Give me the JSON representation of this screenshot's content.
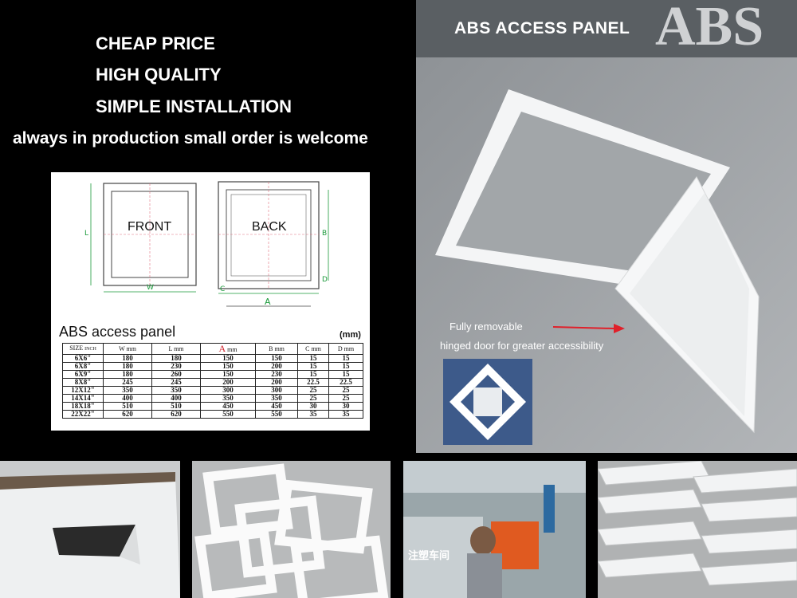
{
  "headlines": {
    "line1": "CHEAP PRICE",
    "line2": "HIGH QUALITY",
    "line3": "SIMPLE INSTALLATION",
    "tagline": "always in production  small order is welcome"
  },
  "drawing": {
    "front_label": "FRONT",
    "back_label": "BACK",
    "dim_W": "W",
    "dim_L": "L",
    "dim_B": "B",
    "dim_C": "C",
    "dim_D": "D",
    "dim_A": "A"
  },
  "spec_table": {
    "title": "ABS access panel",
    "unit": "(mm)",
    "header": {
      "size": "SIZE",
      "inch": "INCH",
      "w": "W",
      "l": "L",
      "a": "A",
      "b": "B",
      "c": "C",
      "d": "D",
      "mm": "mm"
    },
    "rows": [
      [
        "6X6\"",
        "180",
        "180",
        "150",
        "150",
        "15",
        "15"
      ],
      [
        "6X8\"",
        "180",
        "230",
        "150",
        "200",
        "15",
        "15"
      ],
      [
        "6X9\"",
        "180",
        "260",
        "150",
        "230",
        "15",
        "15"
      ],
      [
        "8X8\"",
        "245",
        "245",
        "200",
        "200",
        "22.5",
        "22.5"
      ],
      [
        "12X12\"",
        "350",
        "350",
        "300",
        "300",
        "25",
        "25"
      ],
      [
        "14X14\"",
        "400",
        "400",
        "350",
        "350",
        "25",
        "25"
      ],
      [
        "18X18\"",
        "510",
        "510",
        "450",
        "450",
        "30",
        "30"
      ],
      [
        "22X22\"",
        "620",
        "620",
        "550",
        "550",
        "35",
        "35"
      ]
    ]
  },
  "product": {
    "title": "ABS ACCESS PANEL",
    "brand": "ABS",
    "callout_line1": "Fully removable",
    "callout_line2": "hinged door for greater accessibility"
  },
  "photos": {
    "factory_sign": "注塑车间"
  },
  "colors": {
    "background": "#000000",
    "header_band": "#5a5f63",
    "arrow": "#e0202a",
    "dimension_lines": "#1a9a3a",
    "inset_blue": "#3d5a8a"
  }
}
